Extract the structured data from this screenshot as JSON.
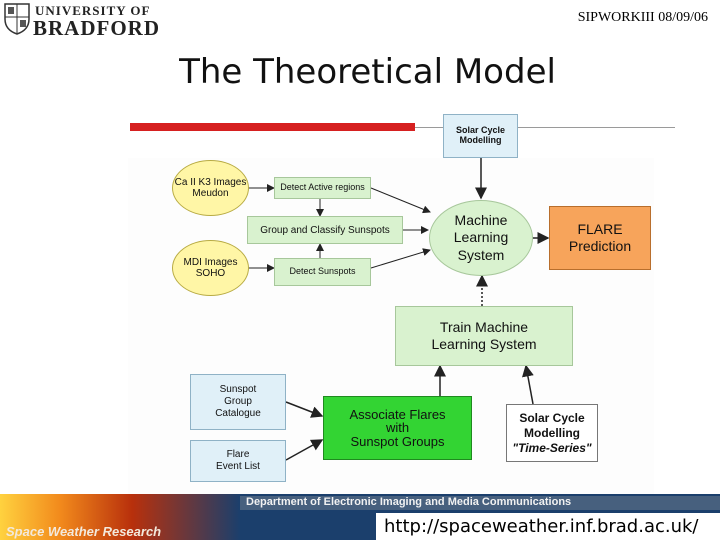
{
  "logo": {
    "line1": "UNIVERSITY OF",
    "line2": "BRADFORD"
  },
  "header_tag": "SIPWORKIII 08/09/06",
  "title": "The Theoretical Model",
  "diagram": {
    "solar_cycle_top": [
      "Solar Cycle",
      "Modelling"
    ],
    "ca_images": [
      "Ca II K3 Images",
      "Meudon"
    ],
    "mdi_images": [
      "MDI Images",
      "SOHO"
    ],
    "detect_active": "Detect Active regions",
    "group_classify": "Group and Classify Sunspots",
    "detect_sunspots": "Detect Sunspots",
    "machine_learning": [
      "Machine",
      "Learning",
      "System"
    ],
    "flare_prediction": [
      "FLARE",
      "Prediction"
    ],
    "train_ml": [
      "Train Machine",
      "Learning System"
    ],
    "sunspot_catalogue": [
      "Sunspot",
      "Group",
      "Catalogue"
    ],
    "flare_event_list": [
      "Flare",
      "Event List"
    ],
    "associate_flares": [
      "Associate Flares",
      "with",
      "Sunspot Groups"
    ],
    "solar_cycle_series": [
      "Solar Cycle",
      "Modelling",
      "\"Time-Series\""
    ]
  },
  "footer": {
    "department": "Department of Electronic Imaging and Media Communications",
    "space_weather": "Space Weather Research",
    "url": "http://spaceweather.inf.brad.ac.uk/"
  }
}
